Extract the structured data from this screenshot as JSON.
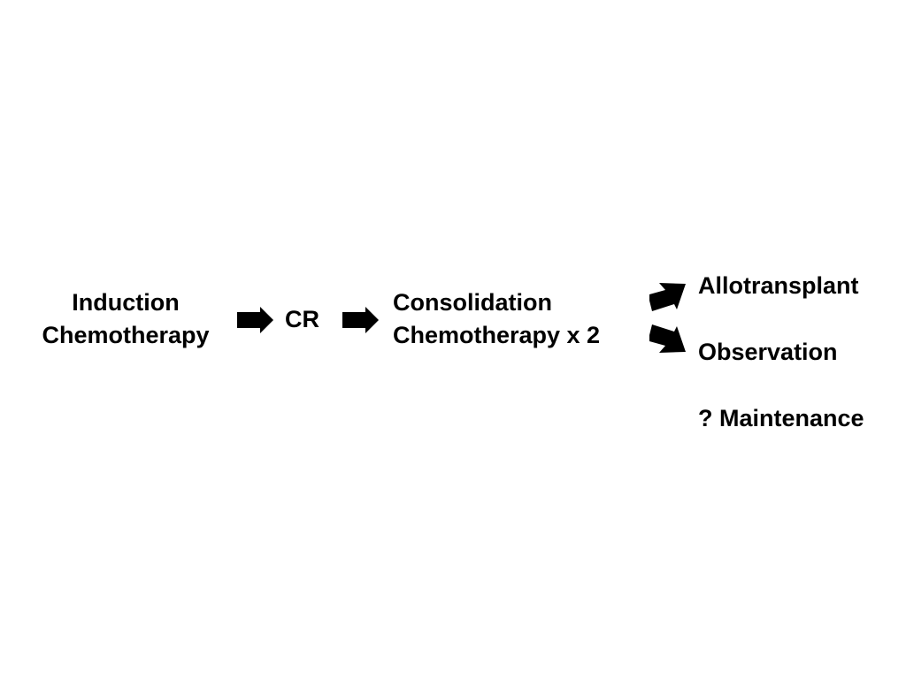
{
  "colors": {
    "background": "#ffffff",
    "text": "#000000",
    "arrow": "#000000"
  },
  "nodes": {
    "induction": {
      "line1": "Induction",
      "line2": "Chemotherapy"
    },
    "cr": {
      "label": "CR"
    },
    "consolidation": {
      "line1": "Consolidation",
      "line2": "Chemotherapy x 2"
    },
    "outcomes": {
      "allotransplant": "Allotransplant",
      "observation": "Observation",
      "maintenance": "? Maintenance"
    }
  },
  "arrows": [
    {
      "from": "induction",
      "to": "cr"
    },
    {
      "from": "cr",
      "to": "consolidation"
    },
    {
      "from": "consolidation",
      "to": "allotransplant"
    },
    {
      "from": "consolidation",
      "to": "observation"
    }
  ]
}
